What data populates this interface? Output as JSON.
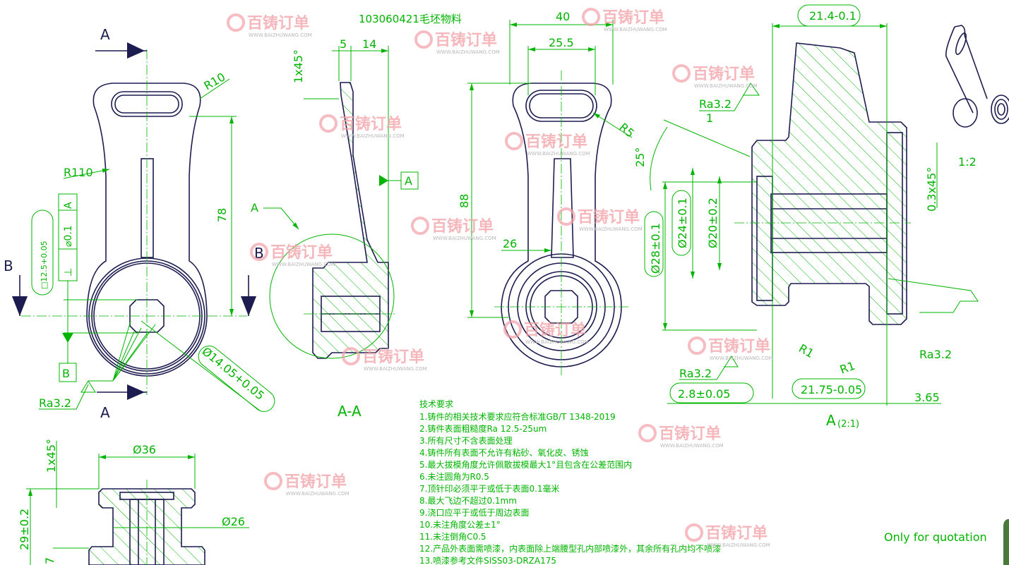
{
  "drawing": {
    "part_number_label": "103060421毛坯物料",
    "note": "Only for quotation",
    "section_label_aa": "A-A",
    "detail_label": "A",
    "detail_scale": "(2:1)",
    "iso_scale": "1:2"
  },
  "section_marks": {
    "a": "A",
    "b": "B"
  },
  "front_view": {
    "r10": "R10",
    "r110": "R110",
    "d78": "78",
    "square": "□12.5+0.05",
    "flatness": "⌀0.1",
    "datum_ref": "A",
    "perp": "⊥",
    "datum_b": "B",
    "bore": "Ø14.05+0.05",
    "ra": "Ra3.2"
  },
  "section_view": {
    "chamfer": "1x45°",
    "d5": "5",
    "d14": "14",
    "datum_a": "A",
    "detail_ref": "A"
  },
  "side_view": {
    "d40": "40",
    "d25_5": "25.5",
    "r5": "R5",
    "d88": "88",
    "d26": "26"
  },
  "detail_view": {
    "d21_4": "21.4-0.1",
    "ra_top": "Ra3.2",
    "angle": "25°",
    "d1": "1",
    "dia28": "Ø28±0.1",
    "dia24": "Ø24±0.1",
    "dia20": "Ø20±0.2",
    "chamfer": "0.3x45°",
    "r1a": "R1",
    "r1b": "R1",
    "ra_right": "Ra3.2",
    "ra_left": "Ra3.2",
    "d2_8": "2.8±0.05",
    "d21_75": "21.75-0.05",
    "d3_65": "3.65"
  },
  "bottom_view": {
    "dia36": "Ø36",
    "chamfer": "1x45°",
    "dia26": "Ø26",
    "d29": "29±0.2",
    "d7": "7"
  },
  "tech_requirements": {
    "title": "技术要求",
    "items": [
      "1.铸件的相关技术要求应符合标准GB/T 1348-2019",
      "2.铸件表面粗糙度Ra 12.5-25um",
      "3.所有尺寸不含表面处理",
      "4.铸件所有表面不允许有粘砂、氧化皮、锈蚀",
      "5.最大拔模角度允许佩散拔模最大1°且包含在公差范围内",
      "6.未注圆角为R0.5",
      "7.顶针印必须平于或低于表面0.1毫米",
      "8.最大飞边不超过0.1mm",
      "9.浇口应平于或低于周边表面",
      "10.未注角度公差±1°",
      "11.未注倒角C0.5",
      "12.产品外表面需喷漆，内表面除上端腰型孔内部喷漆外，其余所有孔内均不喷漆",
      "13.喷漆参考文件SISS03-DRZA175"
    ]
  },
  "watermark": {
    "logo": "百铸订单",
    "url": "WWW.BAIZHUWANG.COM"
  },
  "colors": {
    "dimension": "#00b400",
    "outline": "#1c1c50",
    "watermark": "#f2a0a6"
  }
}
